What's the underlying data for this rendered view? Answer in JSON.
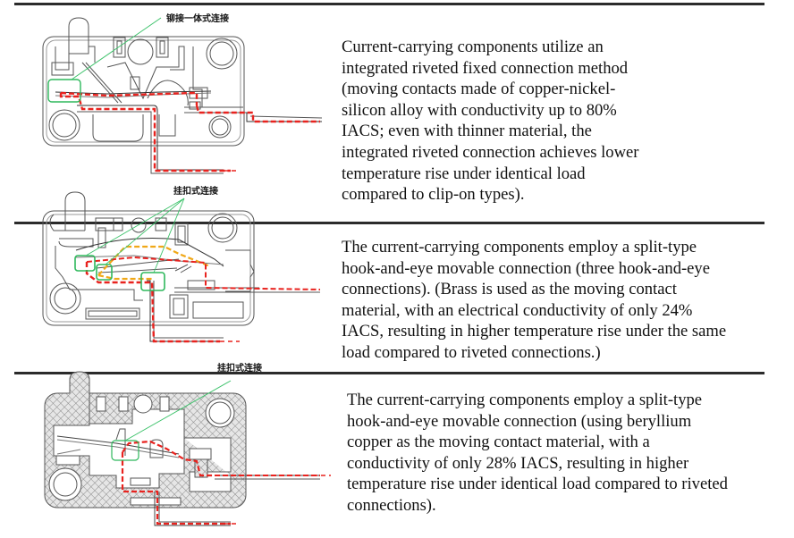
{
  "figure": {
    "sections": [
      {
        "id": "riveted",
        "diagram_label": "铆接一体式连接",
        "description": "Current-carrying components utilize an\nintegrated riveted fixed connection method\n(moving contacts made of copper-nickel-\nsilicon alloy with conductivity up to 80%\nIACS; even with thinner material, the\nintegrated riveted connection achieves lower\ntemperature rise under identical load\ncompared to clip-on types).",
        "material": "copper-nickel-silicon alloy",
        "conductivity_iacs_percent": 80,
        "connection_count_highlighted": 1
      },
      {
        "id": "hook-brass",
        "diagram_label": "挂扣式连接",
        "description": "The current-carrying components employ a split-type\nhook-and-eye movable connection (three hook-and-eye\nconnections). (Brass is used as the moving contact\nmaterial, with an electrical conductivity of only 24%\nIACS, resulting in higher temperature rise under the same\nload compared to riveted connections.)",
        "material": "Brass",
        "conductivity_iacs_percent": 24,
        "connection_count_highlighted": 3
      },
      {
        "id": "hook-beryllium",
        "diagram_label": "挂扣式连接",
        "description": "The current-carrying components employ a split-type\nhook-and-eye movable connection (using beryllium\ncopper as the moving contact material, with a\nconductivity of only 28% IACS, resulting in higher\ntemperature rise under identical load compared to riveted\nconnections).",
        "material": "beryllium copper",
        "conductivity_iacs_percent": 28,
        "connection_count_highlighted": 1
      }
    ],
    "colors": {
      "current_path": "#e8231f",
      "connection_highlight": "#2eb85c",
      "leader_line": "#3cc26a",
      "secondary_path": "#f0a818",
      "outline": "#444444",
      "rule": "#2b2b2b",
      "hatch_fill": "#d9d9d9"
    }
  }
}
